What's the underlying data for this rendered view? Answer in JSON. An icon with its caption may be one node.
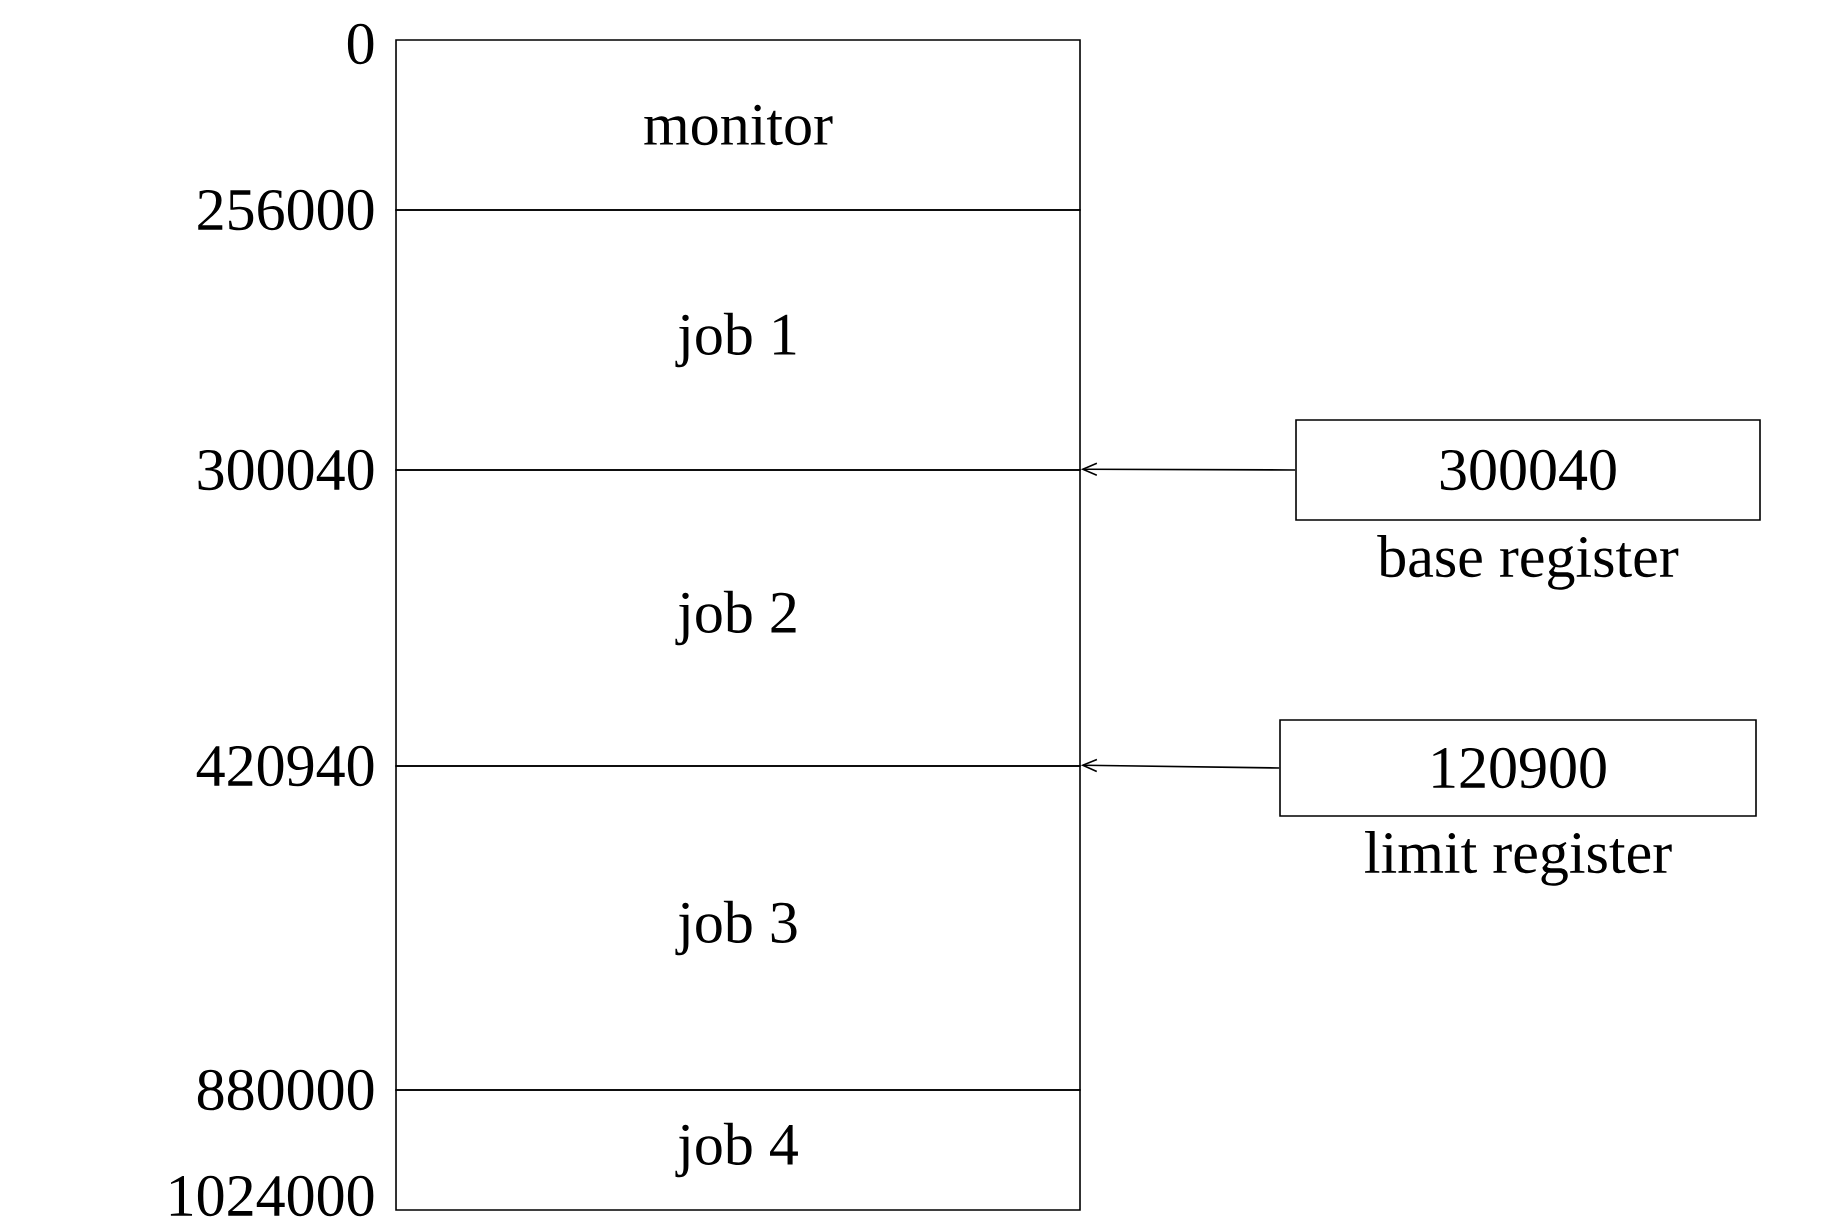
{
  "diagram": {
    "nodes": [
      {
        "text": [
          "monitor"
        ]
      },
      {
        "text": [
          "job 1"
        ]
      },
      {
        "text": [
          "job 2"
        ]
      },
      {
        "text": [
          "job 3"
        ]
      },
      {
        "text": [
          "job 4"
        ]
      },
      {
        "text": [
          "300040"
        ],
        "beside": [
          "base register"
        ]
      },
      {
        "text": [
          "120900"
        ],
        "beside": [
          "limit register"
        ]
      }
    ],
    "edges": [
      {
        "from": 5,
        "to": 2,
        "arrow": "to"
      },
      {
        "from": 6,
        "to": 3,
        "arrow": "to"
      }
    ],
    "labels": [
      "0",
      "256000",
      "300040",
      "420940",
      "880000",
      "1024000"
    ]
  }
}
